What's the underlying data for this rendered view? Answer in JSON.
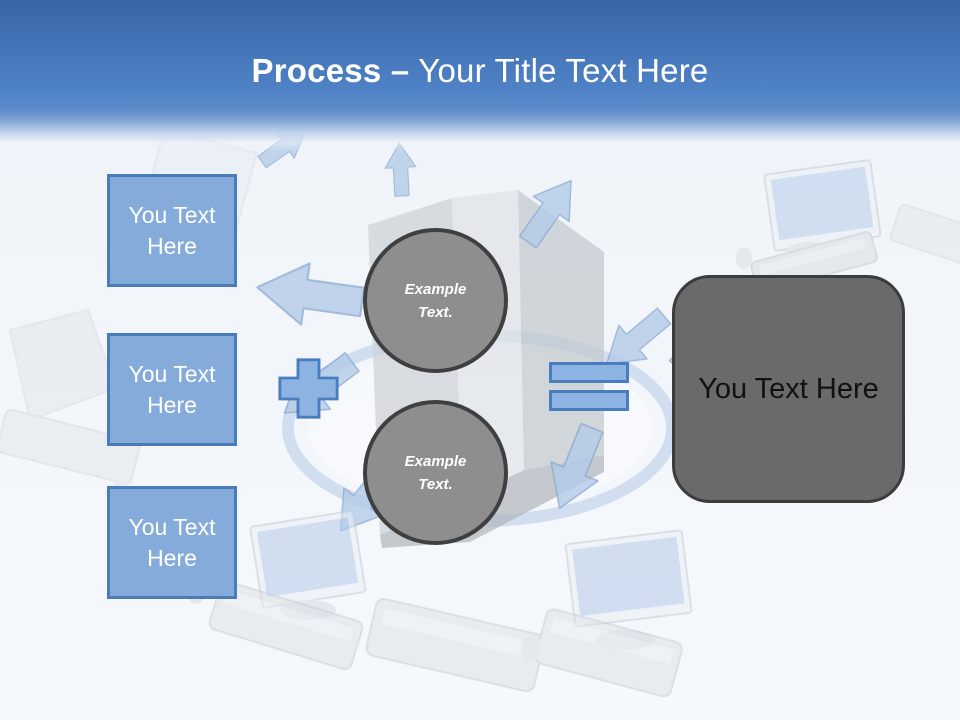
{
  "title": {
    "emphasis": "Process –",
    "rest": "Your Title Text Here"
  },
  "left_boxes": [
    {
      "line1": "You Text",
      "line2": "Here"
    },
    {
      "line1": "You Text",
      "line2": "Here"
    },
    {
      "line1": "You Text",
      "line2": "Here"
    }
  ],
  "example_circles": [
    {
      "line1": "Example",
      "line2": "Text."
    },
    {
      "line1": "Example",
      "line2": "Text."
    }
  ],
  "result_box": {
    "label": "You Text Here"
  },
  "colors": {
    "header_blue_top": "#3965a8",
    "header_blue_bottom": "#5082c6",
    "box_fill": "#85abdb",
    "box_border": "#4a7cba",
    "operator_fill": "#8db3e2",
    "operator_border": "#4a7dbd",
    "circle_fill": "#8e8e8e",
    "circle_border": "#3f3f3f",
    "result_fill": "#6a6a6a",
    "result_border": "#3c3c3c",
    "box_text": "#ffffff",
    "circle_text": "#ffffff",
    "result_text": "#111111",
    "arrow_blue": "#b3cbe8"
  }
}
